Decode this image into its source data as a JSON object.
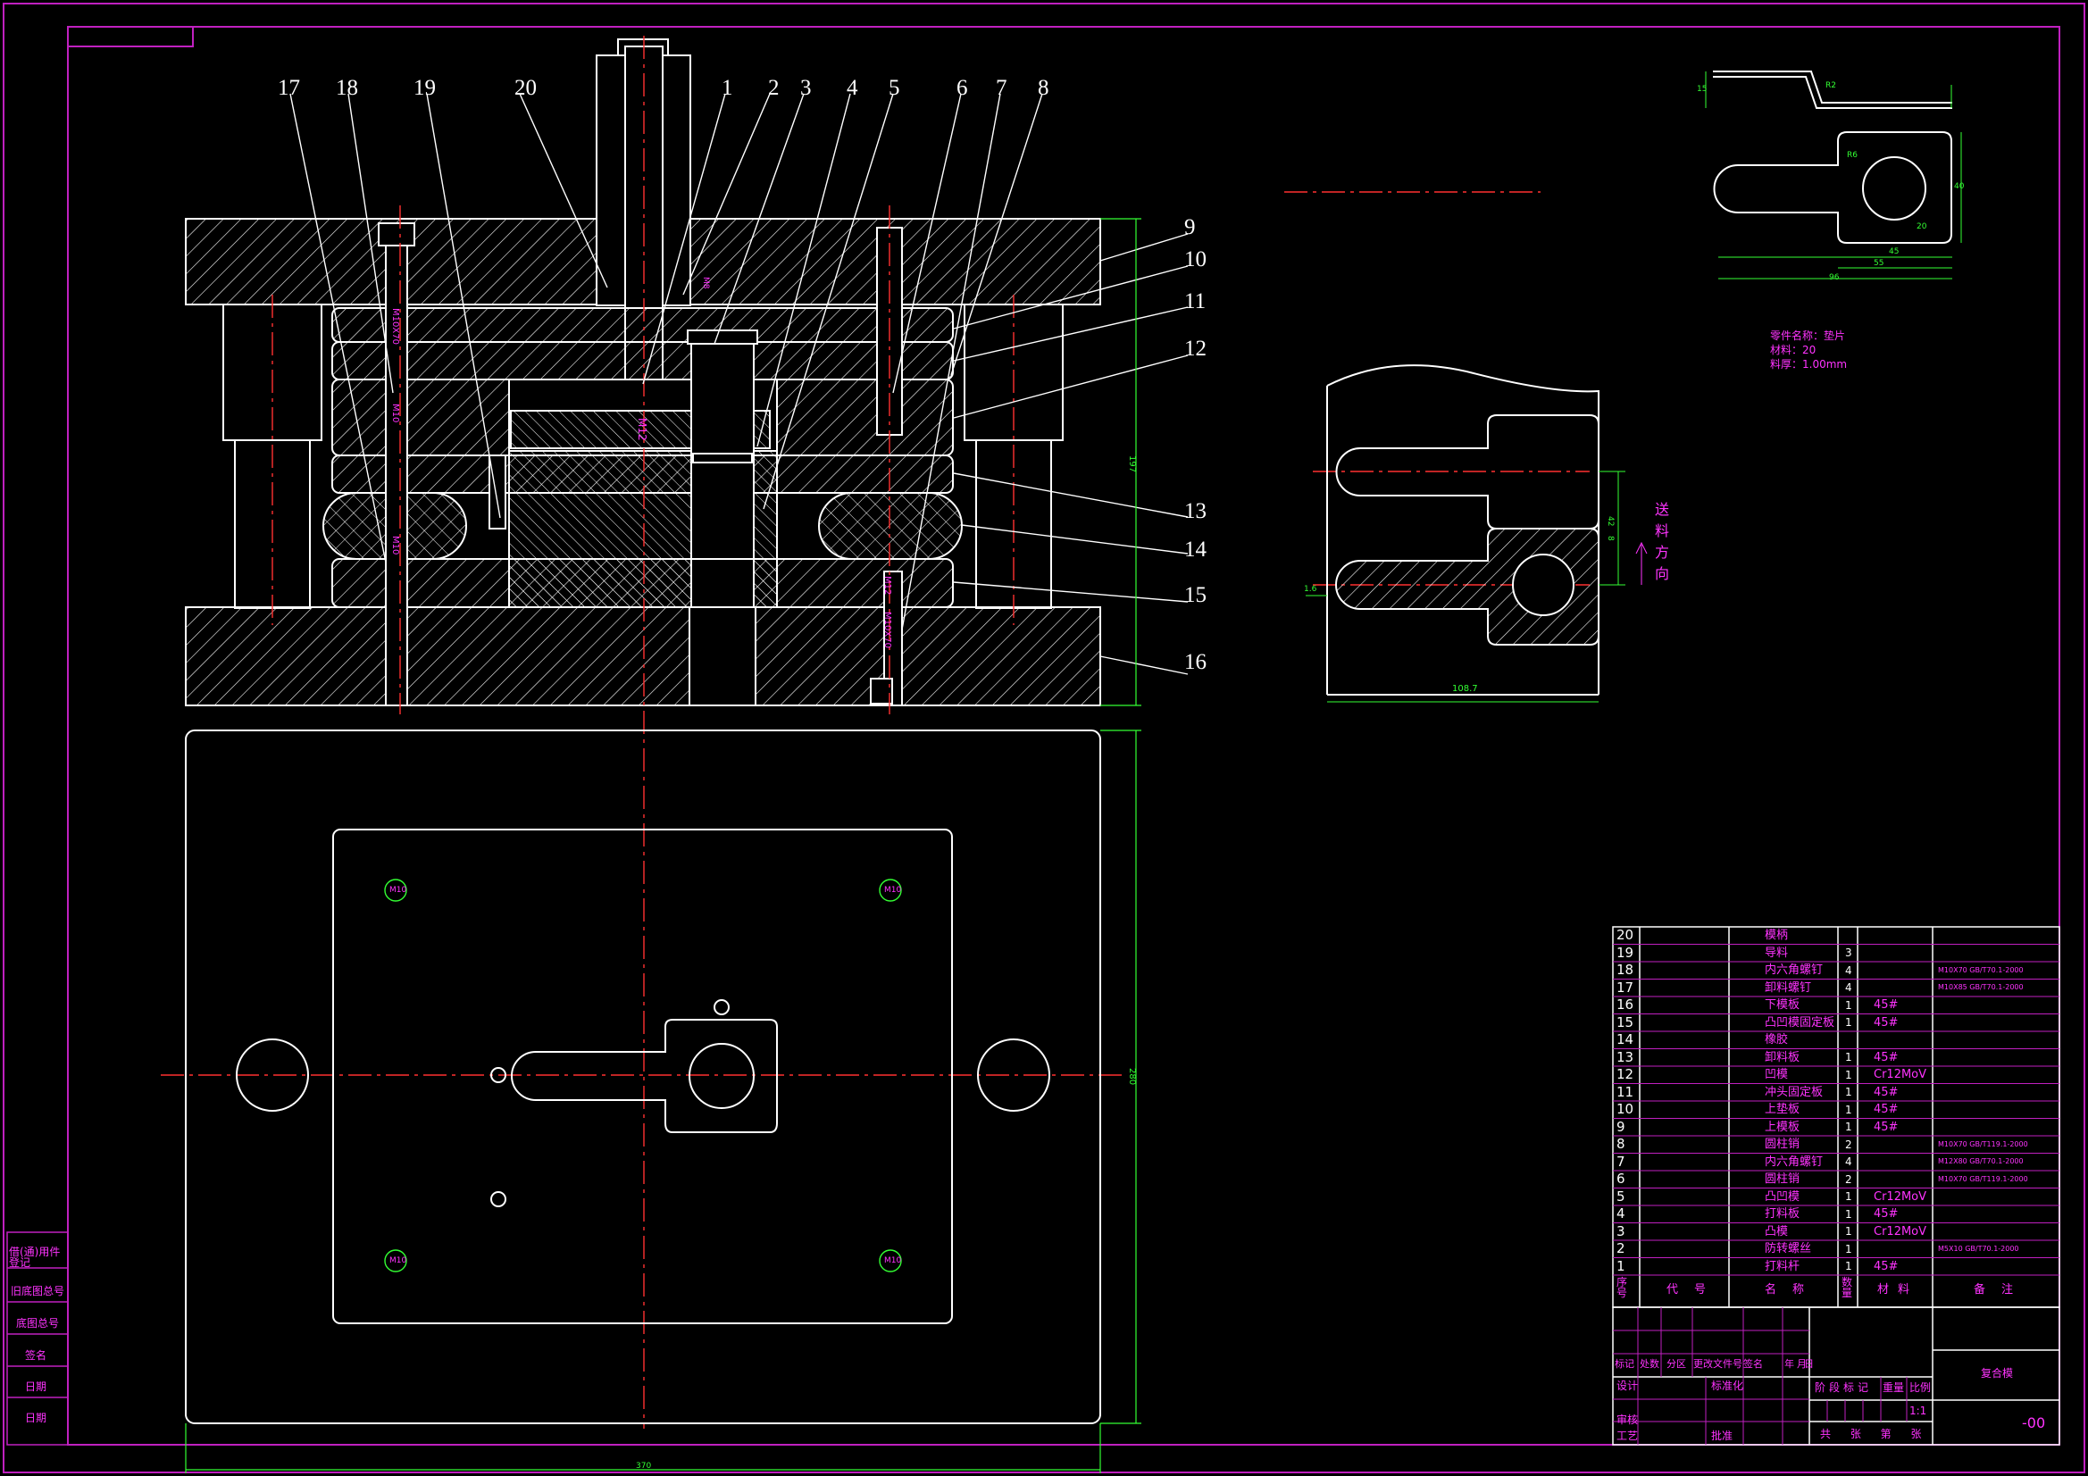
{
  "colors": {
    "background": "#000000",
    "outline": "#ffffff",
    "frame": "#c020c0",
    "dimension": "#33ff33",
    "text": "#ff33ff",
    "centerline": "#ff3030"
  },
  "callouts": [
    "1",
    "2",
    "3",
    "4",
    "5",
    "6",
    "7",
    "8",
    "9",
    "10",
    "11",
    "12",
    "13",
    "14",
    "15",
    "16",
    "17",
    "18",
    "19",
    "20"
  ],
  "section_marks": {
    "m12": "M12",
    "m10a": "M10X70",
    "m10b": "M10",
    "m10c": "M10",
    "m8": "M8",
    "m12b": "M12",
    "m10d": "M10X70",
    "height": "197"
  },
  "plan_marks": {
    "hole_a": "M10",
    "hole_b": "M10",
    "hole_c": "M10",
    "hole_d": "M10",
    "width": "370",
    "height": "280"
  },
  "part": {
    "dims": [
      "15",
      "R2",
      "R6",
      "40",
      "20",
      "45",
      "55",
      "96"
    ],
    "info": [
      "零件名称：垫片",
      "材料：20",
      "料厚：1.00mm"
    ]
  },
  "layout_dims": {
    "pitch": "42",
    "width": "108.7",
    "gap": "1.6",
    "ht": "8"
  },
  "feed_direction": "送料方向",
  "bom": {
    "rows": [
      {
        "no": "20",
        "code": "",
        "name": "模柄",
        "qty": "",
        "mat": "",
        "note": ""
      },
      {
        "no": "19",
        "code": "",
        "name": "导料",
        "qty": "3",
        "mat": "",
        "note": ""
      },
      {
        "no": "18",
        "code": "",
        "name": "内六角螺钉",
        "qty": "4",
        "mat": "",
        "note": "M10X70 GB/T70.1-2000"
      },
      {
        "no": "17",
        "code": "",
        "name": "卸料螺钉",
        "qty": "4",
        "mat": "",
        "note": "M10X85 GB/T70.1-2000"
      },
      {
        "no": "16",
        "code": "",
        "name": "下模板",
        "qty": "1",
        "mat": "45#",
        "note": ""
      },
      {
        "no": "15",
        "code": "",
        "name": "凸凹模固定板",
        "qty": "1",
        "mat": "45#",
        "note": ""
      },
      {
        "no": "14",
        "code": "",
        "name": "橡胶",
        "qty": "",
        "mat": "",
        "note": ""
      },
      {
        "no": "13",
        "code": "",
        "name": "卸料板",
        "qty": "1",
        "mat": "45#",
        "note": ""
      },
      {
        "no": "12",
        "code": "",
        "name": "凹模",
        "qty": "1",
        "mat": "Cr12MoV",
        "note": ""
      },
      {
        "no": "11",
        "code": "",
        "name": "冲头固定板",
        "qty": "1",
        "mat": "45#",
        "note": ""
      },
      {
        "no": "10",
        "code": "",
        "name": "上垫板",
        "qty": "1",
        "mat": "45#",
        "note": ""
      },
      {
        "no": "9",
        "code": "",
        "name": "上模板",
        "qty": "1",
        "mat": "45#",
        "note": ""
      },
      {
        "no": "8",
        "code": "",
        "name": "圆柱销",
        "qty": "2",
        "mat": "",
        "note": "M10X70 GB/T119.1-2000"
      },
      {
        "no": "7",
        "code": "",
        "name": "内六角螺钉",
        "qty": "4",
        "mat": "",
        "note": "M12X80 GB/T70.1-2000"
      },
      {
        "no": "6",
        "code": "",
        "name": "圆柱销",
        "qty": "2",
        "mat": "",
        "note": "M10X70 GB/T119.1-2000"
      },
      {
        "no": "5",
        "code": "",
        "name": "凸凹模",
        "qty": "1",
        "mat": "Cr12MoV",
        "note": ""
      },
      {
        "no": "4",
        "code": "",
        "name": "打料板",
        "qty": "1",
        "mat": "45#",
        "note": ""
      },
      {
        "no": "3",
        "code": "",
        "name": "凸模",
        "qty": "1",
        "mat": "Cr12MoV",
        "note": ""
      },
      {
        "no": "2",
        "code": "",
        "name": "防转螺丝",
        "qty": "1",
        "mat": "",
        "note": "M5X10 GB/T70.1-2000"
      },
      {
        "no": "1",
        "code": "",
        "name": "打料杆",
        "qty": "1",
        "mat": "45#",
        "note": ""
      }
    ],
    "header": {
      "no": "序号",
      "code": "代号",
      "name": "名称",
      "qty": "数量",
      "mat": "材料",
      "note": "备注"
    }
  },
  "title_block": {
    "revision_header": [
      "标记",
      "处数",
      "分区",
      "更改文件号",
      "签名",
      "年",
      "月",
      "日"
    ],
    "roles": [
      "设计",
      "审核",
      "工艺"
    ],
    "roles2": [
      "标准化",
      "",
      "批准"
    ],
    "stage_label": "阶段标记",
    "weight_label": "重量",
    "scale_label": "比例",
    "scale": "1:1",
    "sheet_label": "共 张 第 张",
    "title": "复合模",
    "drawing_no": "-00"
  },
  "left_strip": [
    "借(通)用件登记",
    "旧底图总号",
    "底图总号",
    "签名",
    "日期",
    "日期"
  ]
}
